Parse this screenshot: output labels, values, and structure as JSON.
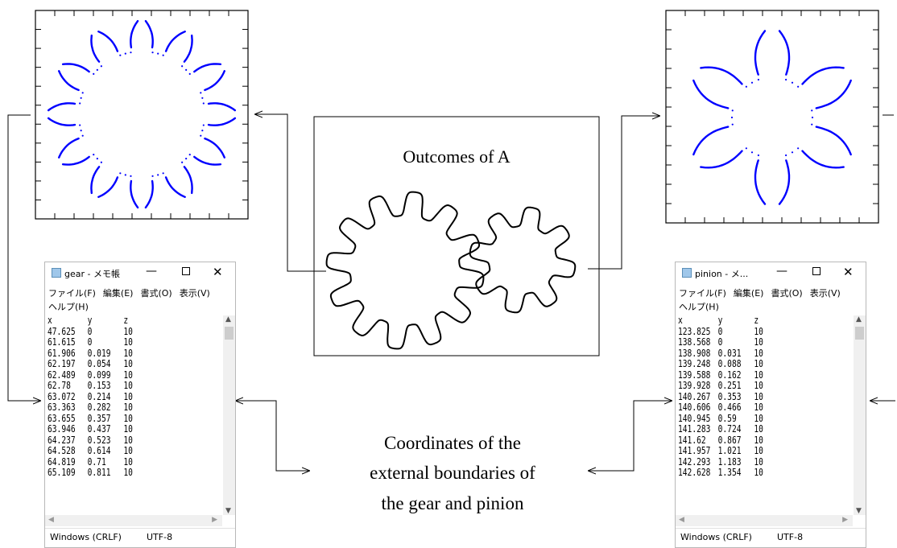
{
  "center_box": {
    "title": "Outcomes of A"
  },
  "caption": {
    "lines": [
      "Coordinates of the",
      "external boundaries of",
      "the gear and pinion"
    ]
  },
  "notepad_gear": {
    "title": "gear - メモ帳",
    "menu": [
      "ファイル(F)",
      "編集(E)",
      "書式(O)",
      "表示(V)",
      "ヘルプ(H)"
    ],
    "header": [
      "x",
      "y",
      "z"
    ],
    "rows": [
      [
        "47.625",
        "0",
        "10"
      ],
      [
        "61.615",
        "0",
        "10"
      ],
      [
        "61.906",
        "0.019",
        "10"
      ],
      [
        "62.197",
        "0.054",
        "10"
      ],
      [
        "62.489",
        "0.099",
        "10"
      ],
      [
        "62.78",
        "0.153",
        "10"
      ],
      [
        "63.072",
        "0.214",
        "10"
      ],
      [
        "63.363",
        "0.282",
        "10"
      ],
      [
        "63.655",
        "0.357",
        "10"
      ],
      [
        "63.946",
        "0.437",
        "10"
      ],
      [
        "64.237",
        "0.523",
        "10"
      ],
      [
        "64.528",
        "0.614",
        "10"
      ],
      [
        "64.819",
        "0.71",
        "10"
      ],
      [
        "65.109",
        "0.811",
        "10"
      ]
    ],
    "status": {
      "eol": "Windows (CRLF)",
      "encoding": "UTF-8"
    }
  },
  "notepad_pinion": {
    "title": "pinion - メ...",
    "menu": [
      "ファイル(F)",
      "編集(E)",
      "書式(O)",
      "表示(V)",
      "ヘルプ(H)"
    ],
    "header": [
      "x",
      "y",
      "z"
    ],
    "rows": [
      [
        "123.825",
        "0",
        "10"
      ],
      [
        "138.568",
        "0",
        "10"
      ],
      [
        "138.908",
        "0.031",
        "10"
      ],
      [
        "139.248",
        "0.088",
        "10"
      ],
      [
        "139.588",
        "0.162",
        "10"
      ],
      [
        "139.928",
        "0.251",
        "10"
      ],
      [
        "140.267",
        "0.353",
        "10"
      ],
      [
        "140.606",
        "0.466",
        "10"
      ],
      [
        "140.945",
        "0.59",
        "10"
      ],
      [
        "141.283",
        "0.724",
        "10"
      ],
      [
        "141.62",
        "0.867",
        "10"
      ],
      [
        "141.957",
        "1.021",
        "10"
      ],
      [
        "142.293",
        "1.183",
        "10"
      ],
      [
        "142.628",
        "1.354",
        "10"
      ]
    ],
    "status": {
      "eol": "Windows (CRLF)",
      "encoding": "UTF-8"
    }
  },
  "plots": {
    "gear": {
      "teeth": 12,
      "series_color": "#0000ff"
    },
    "pinion": {
      "teeth": 6,
      "series_color": "#0000ff"
    }
  }
}
